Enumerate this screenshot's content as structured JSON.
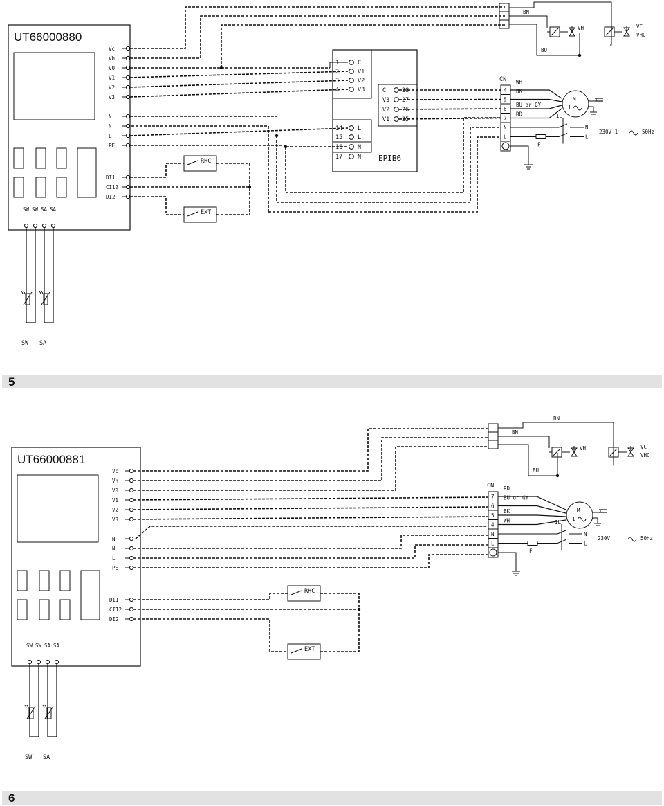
{
  "diagrams": [
    {
      "section": "5",
      "controller": {
        "model": "UT66000880",
        "left_terminals": [
          "Vc",
          "Vh",
          "V0",
          "V1",
          "V2",
          "V3",
          "N",
          "N",
          "L",
          "PE"
        ],
        "input_terminals": [
          "DI1",
          "CI12",
          "DI2"
        ],
        "sensor_terminals": [
          "SW",
          "SW",
          "SA",
          "SA"
        ]
      },
      "sensors": [
        "SW",
        "SA"
      ],
      "epib": {
        "name": "EPIB6",
        "left_terms": [
          {
            "n": "1",
            "l": "C"
          },
          {
            "n": "2",
            "l": "V1"
          },
          {
            "n": "3",
            "l": "V2"
          },
          {
            "n": "4",
            "l": "V3"
          },
          {
            "n": "14",
            "l": "L"
          },
          {
            "n": "15",
            "l": "L"
          },
          {
            "n": "16",
            "l": "N"
          },
          {
            "n": "17",
            "l": "N"
          }
        ],
        "right_terms": [
          {
            "l": "C",
            "n": "28"
          },
          {
            "l": "V3",
            "n": "27"
          },
          {
            "l": "V2",
            "n": "26"
          },
          {
            "l": "V1",
            "n": "25"
          }
        ]
      },
      "cn": {
        "label": "CN",
        "terms": [
          "4",
          "5",
          "6",
          "7",
          "N",
          "L"
        ]
      },
      "motor_wires": [
        "WH",
        "BK",
        "BU or GY",
        "RD"
      ],
      "valve_wires": {
        "top": "BN",
        "mid": "BN",
        "bottom": "BU"
      },
      "switches": [
        "RHC",
        "EXT"
      ],
      "valves": {
        "vh": "VH",
        "vc": "VC",
        "vhc": "VHC"
      },
      "motor": {
        "m": "M",
        "phase": "1"
      },
      "power": {
        "n": "N",
        "l": "L",
        "supply": "230V 1",
        "freq": "50Hz"
      },
      "fuse": "F",
      "il": "IL"
    },
    {
      "section": "6",
      "controller": {
        "model": "UT66000881",
        "left_terminals": [
          "Vc",
          "Vh",
          "V0",
          "V1",
          "V2",
          "V3",
          "N",
          "N",
          "L",
          "PE"
        ],
        "input_terminals": [
          "DI1",
          "CI12",
          "DI2"
        ],
        "sensor_terminals": [
          "SW",
          "SW",
          "SA",
          "SA"
        ]
      },
      "sensors": [
        "SW",
        "SA"
      ],
      "cn": {
        "label": "CN",
        "terms": [
          "7",
          "6",
          "5",
          "4",
          "N",
          "L"
        ]
      },
      "motor_wires": [
        "RD",
        "BU or GY",
        "BK",
        "WH"
      ],
      "valve_wires": {
        "top": "BN",
        "mid": "BN",
        "bottom": "BU"
      },
      "switches": [
        "RHC",
        "EXT"
      ],
      "valves": {
        "vh": "VH",
        "vc": "VC",
        "vhc": "VHC"
      },
      "motor": {
        "m": "M",
        "phase": "1"
      },
      "power": {
        "n": "N",
        "l": "L",
        "supply": "230V",
        "freq": "50Hz"
      },
      "fuse": "F",
      "il": "IL"
    }
  ]
}
